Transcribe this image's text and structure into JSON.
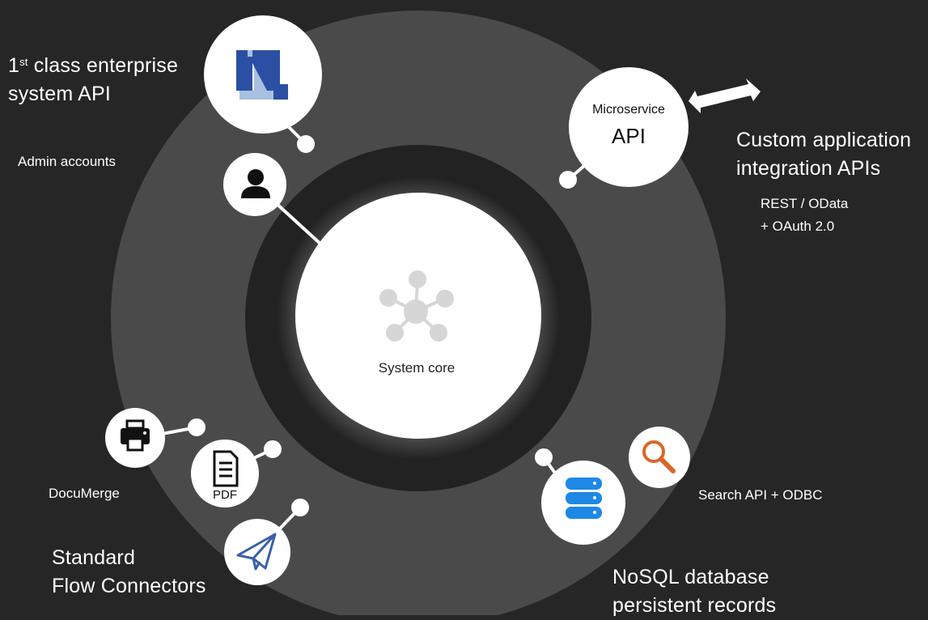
{
  "title": {
    "sup_prefix": "1",
    "sup": "st",
    "line1_rest": " class enterprise",
    "line2": "system API"
  },
  "admin_label": "Admin accounts",
  "microservice": {
    "label_small": "Microservice",
    "label_big": "API"
  },
  "custom": {
    "line1": "Custom application",
    "line2": "integration APIs"
  },
  "rest": {
    "line1": "REST / OData",
    "line2": "+ OAuth 2.0"
  },
  "core_label": "System core",
  "pdf_label": "PDF",
  "documerge_label": "DocuMerge",
  "search_label": "Search API + ODBC",
  "flow": {
    "line1": "Standard",
    "line2": "Flow Connectors"
  },
  "nosql": {
    "line1": "NoSQL database",
    "line2": "persistent records"
  },
  "colors": {
    "background": "#262626",
    "outer_ring": "#4a4a4a",
    "inner_ring": "#222222",
    "node": "#ffffff",
    "logo_blue": "#2b4fa3",
    "logo_light": "#a9bfdf",
    "db_blue": "#1e88e5",
    "search_orange": "#d9662a",
    "plane_blue": "#3a5fa8"
  },
  "icons": [
    "logo-icon",
    "user-icon",
    "network-icon",
    "printer-icon",
    "pdf-icon",
    "paper-plane-icon",
    "database-icon",
    "search-icon",
    "double-arrow-icon"
  ]
}
